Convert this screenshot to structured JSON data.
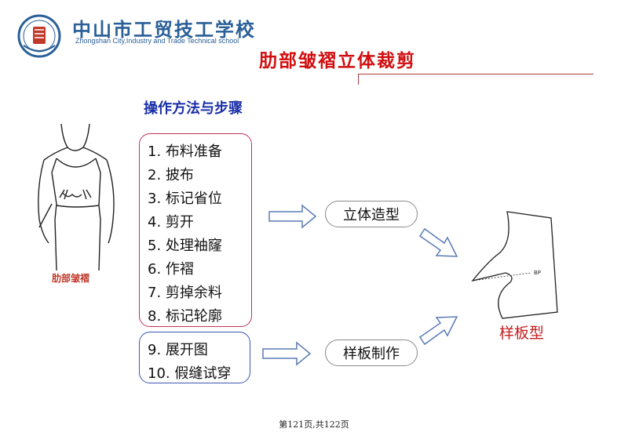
{
  "header": {
    "school_name_cn": "中山市工贸技工学校",
    "school_name_en": "Zhongshan City,Industry and Trade Technical school",
    "logo_icon": "school-emblem-icon"
  },
  "slide": {
    "title": "肋部皱褶立体裁剪",
    "section_heading": "操作方法与步骤",
    "figure_caption": "肋部皱褶"
  },
  "steps": {
    "group1": [
      "1. 布料准备",
      "2. 披布",
      "3. 标记省位",
      "4. 剪开",
      "5. 处理袖窿",
      "6. 作褶",
      "7. 剪掉余料",
      "8. 标记轮廓"
    ],
    "group2": [
      "9. 展开图",
      "10. 假缝试穿"
    ]
  },
  "flow": {
    "draping_label": "立体造型",
    "pattern_making_label": "样板制作",
    "result_label": "样板型",
    "pattern_mark": "BP"
  },
  "footer": {
    "page_number": "第121页,共122页"
  },
  "colors": {
    "title_red": "#d10f10",
    "heading_blue": "#1a2fa8",
    "school_blue": "#2a5f97",
    "box_red": "#c0345a",
    "box_blue": "#3c57b8",
    "arrow_blue": "#5b7bb5"
  }
}
